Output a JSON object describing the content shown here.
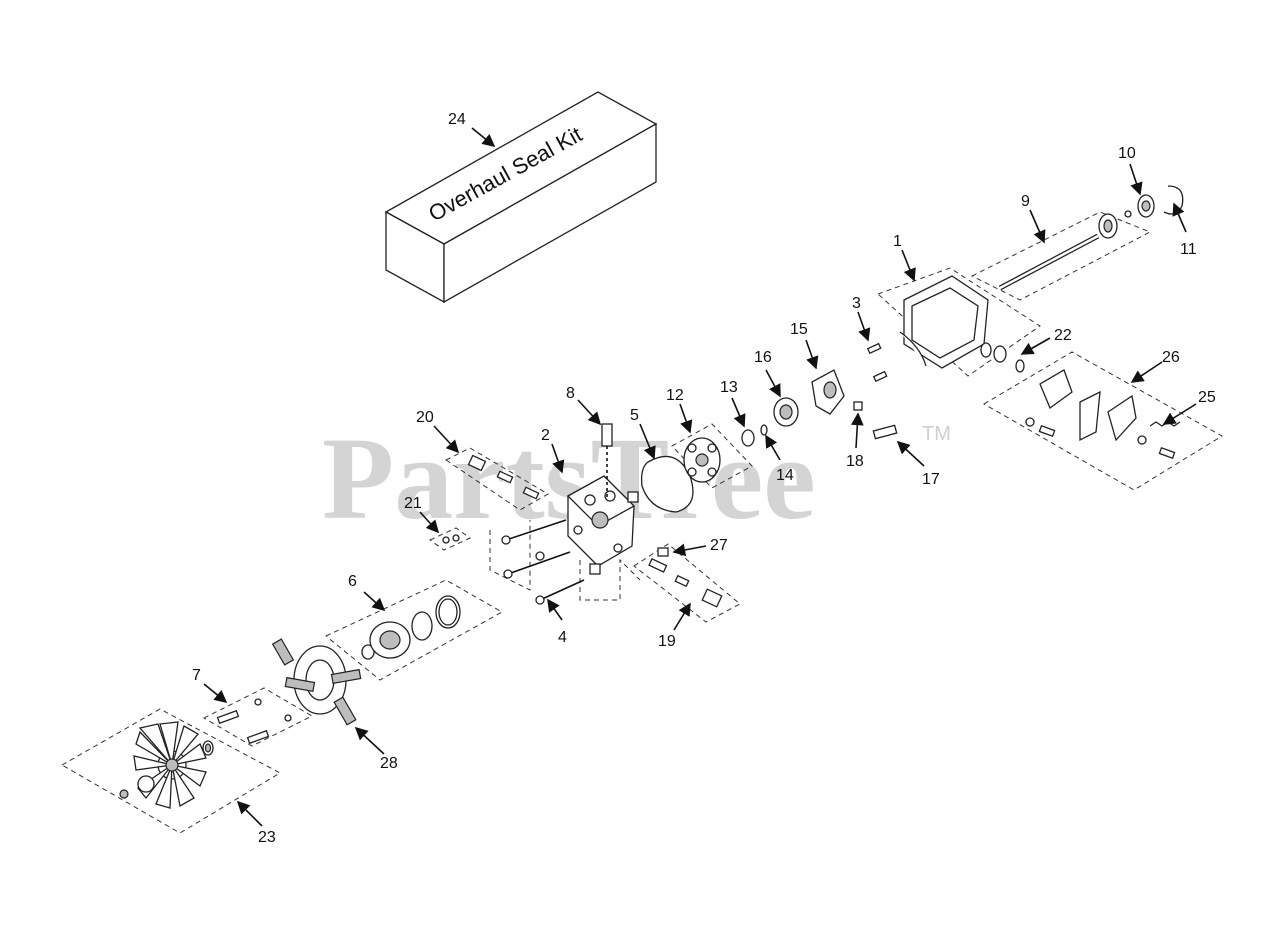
{
  "watermark": {
    "text": "PartsTree",
    "trademark": "TM"
  },
  "kit_box": {
    "label": "Overhaul Seal Kit"
  },
  "callouts": [
    "1",
    "2",
    "3",
    "4",
    "5",
    "6",
    "7",
    "8",
    "9",
    "10",
    "11",
    "12",
    "13",
    "14",
    "15",
    "16",
    "17",
    "18",
    "19",
    "20",
    "21",
    "22",
    "23",
    "24",
    "25",
    "26",
    "27",
    "28"
  ]
}
